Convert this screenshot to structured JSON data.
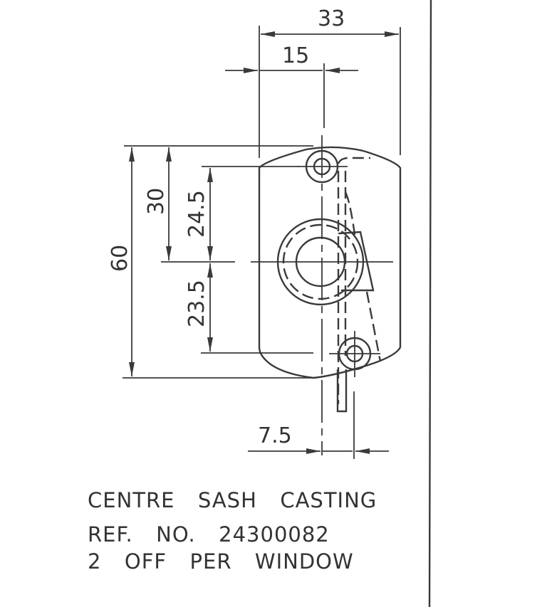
{
  "drawing": {
    "part_name": "CENTRE  SASH  CASTING",
    "reference": "REF.  NO.  24300082",
    "quantity": "2  OFF  PER  WINDOW",
    "line_color": "#3a3a3a",
    "background": "#ffffff"
  },
  "dimensions": {
    "overall_width": "33",
    "hole_offset": "15",
    "overall_height": "60",
    "top_to_centre": "30",
    "top_hole_to_centre": "24.5",
    "centre_to_bottom_hole": "23.5",
    "pin_offset": "7.5"
  }
}
